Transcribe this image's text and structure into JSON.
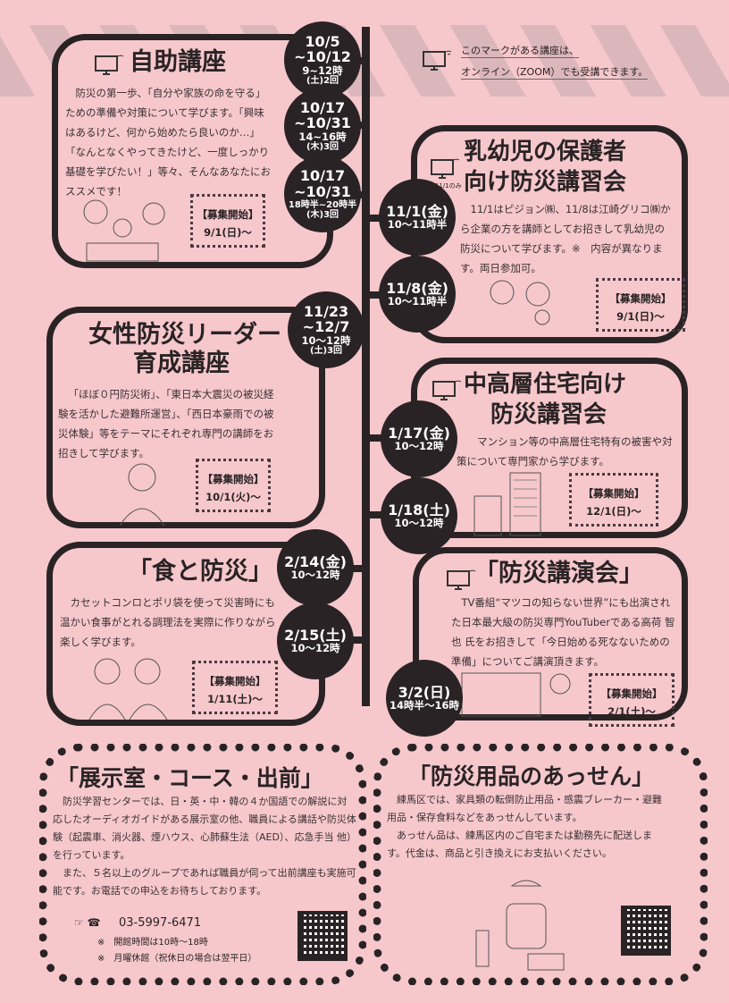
{
  "online_notice": {
    "line1": "このマークがある講座は、",
    "line2": "オンライン（ZOOM）でも受講できます。",
    "icon": "online-monitor-icon"
  },
  "courses": [
    {
      "title": "自助講座",
      "online": true,
      "body": "防災の第一歩、「自分や家族の命を守る」ための準備や対策について学びます。「興味はあるけど、何から始めたら良いのか…」「なんとなくやってきたけど、一度しっかり基礎を学びたい！」等々、そんなあなたにおススメです！",
      "recruit_label": "【募集開始】",
      "recruit_date": "9/1(日)～",
      "sessions": [
        {
          "date": "10/5",
          "date2": "~10/12",
          "time": "9~12時",
          "day": "(土)2回"
        },
        {
          "date": "10/17",
          "date2": "~10/31",
          "time": "14~16時",
          "day": "(木)3回"
        },
        {
          "date": "10/17",
          "date2": "~10/31",
          "time": "18時半~20時半",
          "day": "(木)3回"
        }
      ]
    },
    {
      "title": "乳幼児の保護者",
      "title2": "向け防災講習会",
      "online": true,
      "online_note": "※11/1のみ",
      "body": "11/1はピジョン㈱、11/8は江崎グリコ㈱から企業の方を講師としてお招きして乳幼児の防災について学びます。※　内容が異なります。両日参加可。",
      "recruit_label": "【募集開始】",
      "recruit_date": "9/1(日)～",
      "sessions": [
        {
          "date": "11/1(金)",
          "time": "10～11時半"
        },
        {
          "date": "11/8(金)",
          "time": "10～11時半"
        }
      ]
    },
    {
      "title": "女性防災リーダー",
      "title2": "育成講座",
      "body": "「ほぼ０円防災術」、「東日本大震災の被災経験を活かした避難所運営」、「西日本豪雨での被災体験」等をテーマにそれぞれ専門の講師をお招きして学びます。",
      "recruit_label": "【募集開始】",
      "recruit_date": "10/1(火)～",
      "sessions": [
        {
          "date": "11/23",
          "date2": "~12/7",
          "time": "10～12時",
          "day": "(土)3回"
        }
      ]
    },
    {
      "title": "中高層住宅向け",
      "title2": "防災講習会",
      "online": true,
      "body": "マンション等の中高層住宅特有の被害や対策について専門家から学びます。",
      "recruit_label": "【募集開始】",
      "recruit_date": "12/1(日)～",
      "sessions": [
        {
          "date": "1/17(金)",
          "time": "10～12時"
        },
        {
          "date": "1/18(土)",
          "time": "10～12時"
        }
      ]
    },
    {
      "title": "「食と防災」",
      "body": "カセットコンロとポリ袋を使って災害時にも温かい食事がとれる調理法を実際に作りながら楽しく学びます。",
      "recruit_label": "【募集開始】",
      "recruit_date": "1/11(土)～",
      "sessions": [
        {
          "date": "2/14(金)",
          "time": "10～12時"
        },
        {
          "date": "2/15(土)",
          "time": "10～12時"
        }
      ]
    },
    {
      "title": "「防災講演会」",
      "online": true,
      "body": "TV番組“マツコの知らない世界”にも出演された日本最大級の防災専門YouTuberである高荷 智也 氏をお招きして「今日始める死なないための準備」についてご講演頂きます。",
      "recruit_label": "【募集開始】",
      "recruit_date": "2/1(土)～",
      "sessions": [
        {
          "date": "3/2(日)",
          "time": "14時半～16時"
        }
      ]
    }
  ],
  "exhibit": {
    "title": "「展示室・コース・出前」",
    "body1": "防災学習センターでは、日・英・中・韓の４か国語での解説に対応したオーディオガイドがある展示室の他、職員による講話や防災体験（起震車、消火器、煙ハウス、心肺蘇生法（AED）、応急手当 他）を行っています。",
    "body2": "また、５名以上のグループであれば職員が伺って出前講座も実施可能です。お電話での申込をお待ちしております。",
    "phone": "03-5997-6471",
    "note1": "※　開館時間は10時～18時",
    "note2": "※　月曜休館（祝休日の場合は翌平日）"
  },
  "supplies": {
    "title": "「防災用品のあっせん」",
    "body1": "練馬区では、家具類の転倒防止用品・感震ブレーカー・避難用品・保存食料などをあっせんしています。",
    "body2": "あっせん品は、練馬区内のご自宅または勤務先に配送します。代金は、商品と引き換えにお支払いください。"
  }
}
